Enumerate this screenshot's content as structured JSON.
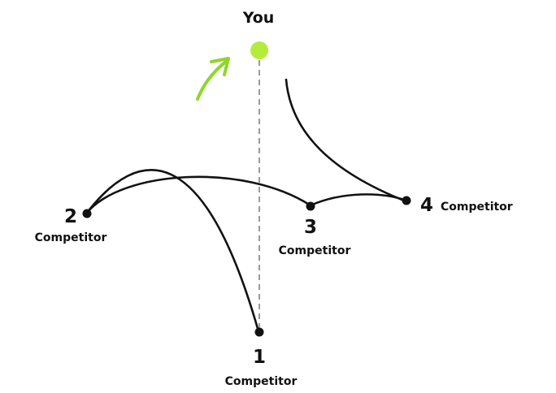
{
  "diagram": {
    "you_label": "You",
    "competitors": [
      {
        "number": "1",
        "label": "Competitor"
      },
      {
        "number": "2",
        "label": "Competitor"
      },
      {
        "number": "3",
        "label": "Competitor"
      },
      {
        "number": "4",
        "label": "Competitor"
      }
    ]
  },
  "colors": {
    "you": "#b5ec3c",
    "arrow": "#8ed62c",
    "ink": "#111111",
    "dashed": "#9a9a9a"
  }
}
